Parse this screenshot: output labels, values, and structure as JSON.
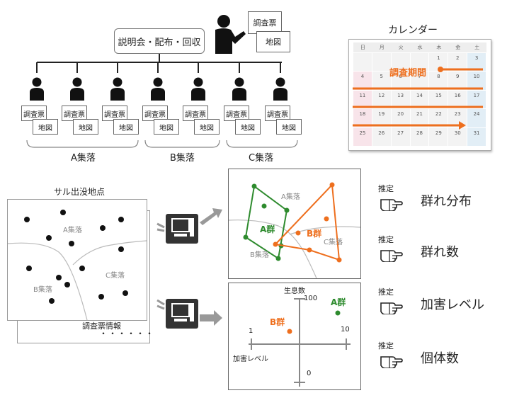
{
  "org": {
    "meeting_label": "説明会・配布・回収",
    "card_survey": "調査票",
    "card_map": "地図",
    "groups": [
      "A集落",
      "B集落",
      "C集落"
    ]
  },
  "calendar": {
    "title": "カレンダー",
    "weekdays": [
      "日",
      "月",
      "火",
      "水",
      "木",
      "金",
      "土"
    ],
    "weeks": [
      [
        "",
        "",
        "",
        "",
        "1",
        "2",
        "3"
      ],
      [
        "4",
        "5",
        "6",
        "7",
        "8",
        "9",
        "10"
      ],
      [
        "11",
        "12",
        "13",
        "14",
        "15",
        "16",
        "17"
      ],
      [
        "18",
        "19",
        "20",
        "21",
        "22",
        "23",
        "24"
      ],
      [
        "25",
        "26",
        "27",
        "28",
        "29",
        "30",
        "31"
      ]
    ],
    "period_label": "調査期間",
    "colors": {
      "sunday": "#f8e4ea",
      "saturday": "#e2eef6",
      "period": "#ee6f1e"
    }
  },
  "sighting": {
    "title": "サル出没地点",
    "village_a": "A集落",
    "village_b": "B集落",
    "village_c": "C集落",
    "questionnaire": "調査票情報",
    "dots": "・・・・・・"
  },
  "groups_map": {
    "village_a": "A集落",
    "village_b": "B集落",
    "village_c": "C集落",
    "group_a": "A群",
    "group_b": "B群",
    "colors": {
      "a": "#2e8b2e",
      "b": "#ee6f1e"
    }
  },
  "scatter": {
    "y_label": "生息数",
    "x_label": "加害レベル",
    "y_max": "100",
    "y_min": "0",
    "x_min": "1",
    "x_max": "10",
    "group_a": "A群",
    "group_b": "B群"
  },
  "estimates": {
    "tag": "推定",
    "items": [
      "群れ分布",
      "群れ数",
      "加害レベル",
      "個体数"
    ]
  }
}
